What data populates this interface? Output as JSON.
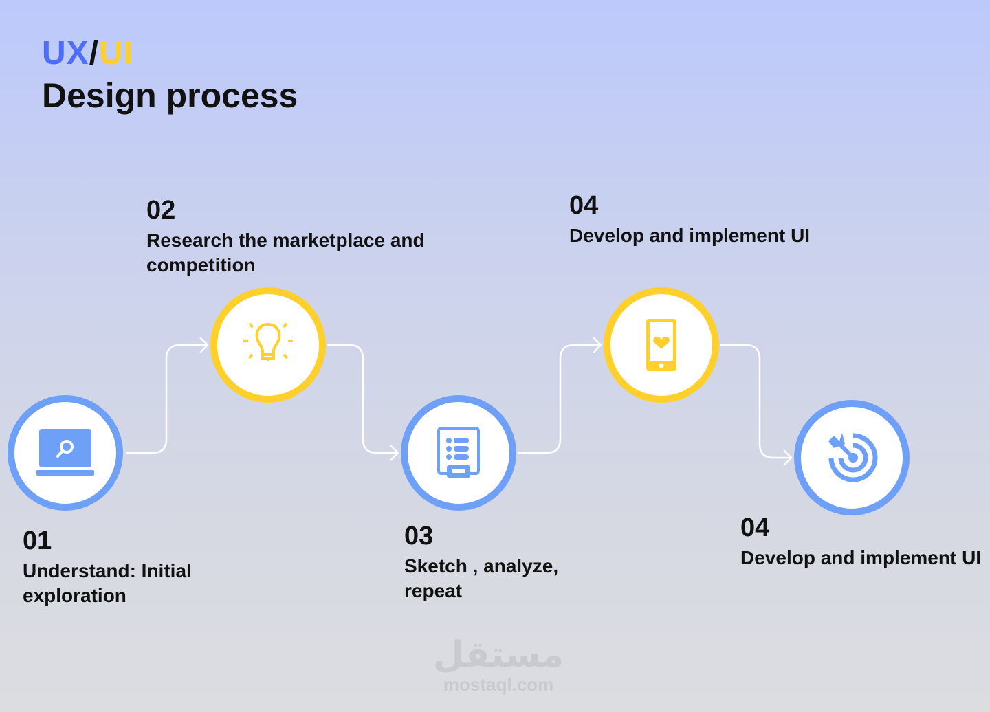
{
  "header": {
    "ux": "UX",
    "slash": "/",
    "ui": "UI",
    "subtitle": "Design process"
  },
  "steps": [
    {
      "number": "01",
      "label": "Understand: Initial exploration",
      "icon": "laptop-search-icon",
      "color": "#6ea0f7"
    },
    {
      "number": "02",
      "label": "Research the marketplace and competition",
      "icon": "lightbulb-icon",
      "color": "#ffcf2b"
    },
    {
      "number": "03",
      "label": "Sketch , analyze, repeat",
      "icon": "checklist-icon",
      "color": "#6ea0f7"
    },
    {
      "number": "04",
      "label": "Develop and implement UI",
      "icon": "phone-heart-icon",
      "color": "#ffcf2b"
    },
    {
      "number": "04",
      "label": "Develop and implement UI",
      "icon": "target-icon",
      "color": "#6ea0f7"
    }
  ],
  "watermark": {
    "arabic": "مستقل",
    "latin": "mostaql.com"
  }
}
